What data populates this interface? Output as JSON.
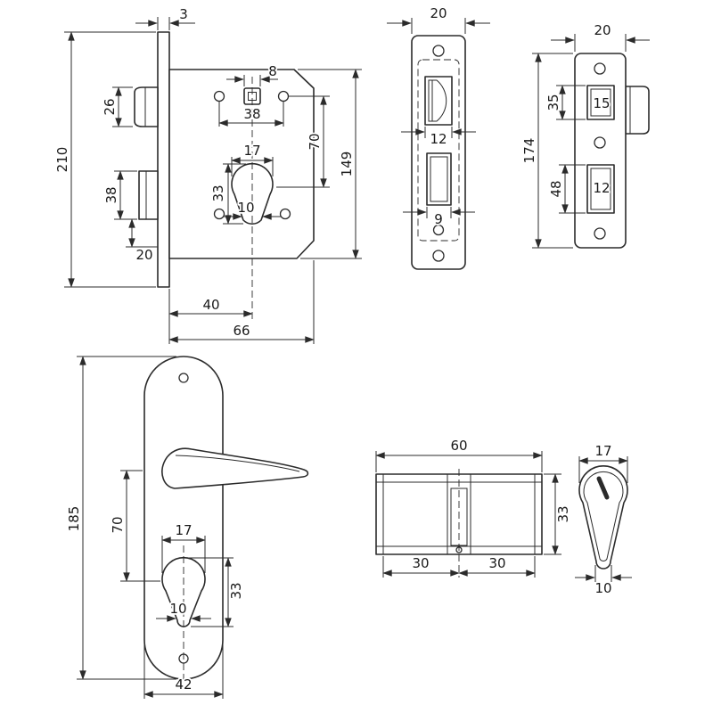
{
  "colors": {
    "line": "#2b2b2b",
    "text": "#1a1a1a",
    "background": "#ffffff"
  },
  "views": {
    "lock_case": {
      "label": "lock case side view",
      "dims": {
        "faceplate_thickness": "3",
        "overall_height": "210",
        "latch_height": "26",
        "bolt_height": "38",
        "bolt_bottom_offset": "20",
        "spindle_square": "8",
        "hole_spacing": "38",
        "spindle_to_cylinder": "70",
        "case_height": "149",
        "cylinder_width": "17",
        "cylinder_height": "33",
        "cylinder_neck": "10",
        "backset": "40",
        "case_depth": "66"
      }
    },
    "faceplate": {
      "label": "faceplate front view",
      "dims": {
        "width": "20",
        "latch_cutout_width": "12",
        "bolt_cutout_width": "9"
      }
    },
    "strike_plate": {
      "label": "strike plate front view",
      "dims": {
        "width": "20",
        "height": "174",
        "latch_cutout_height": "35",
        "latch_cutout_width": "15",
        "bolt_cutout_height": "48",
        "bolt_cutout_width": "12"
      }
    },
    "handle_plate": {
      "label": "handle back-plate view",
      "dims": {
        "height": "185",
        "handle_to_cylinder": "70",
        "cylinder_width": "17",
        "cylinder_height": "33",
        "cylinder_neck": "10",
        "width": "42"
      }
    },
    "cylinder_side": {
      "label": "euro cylinder side view",
      "dims": {
        "length": "60",
        "height": "33",
        "half_left": "30",
        "half_right": "30"
      }
    },
    "cylinder_end": {
      "label": "euro cylinder end view",
      "dims": {
        "width": "17",
        "neck_width": "10"
      }
    }
  }
}
